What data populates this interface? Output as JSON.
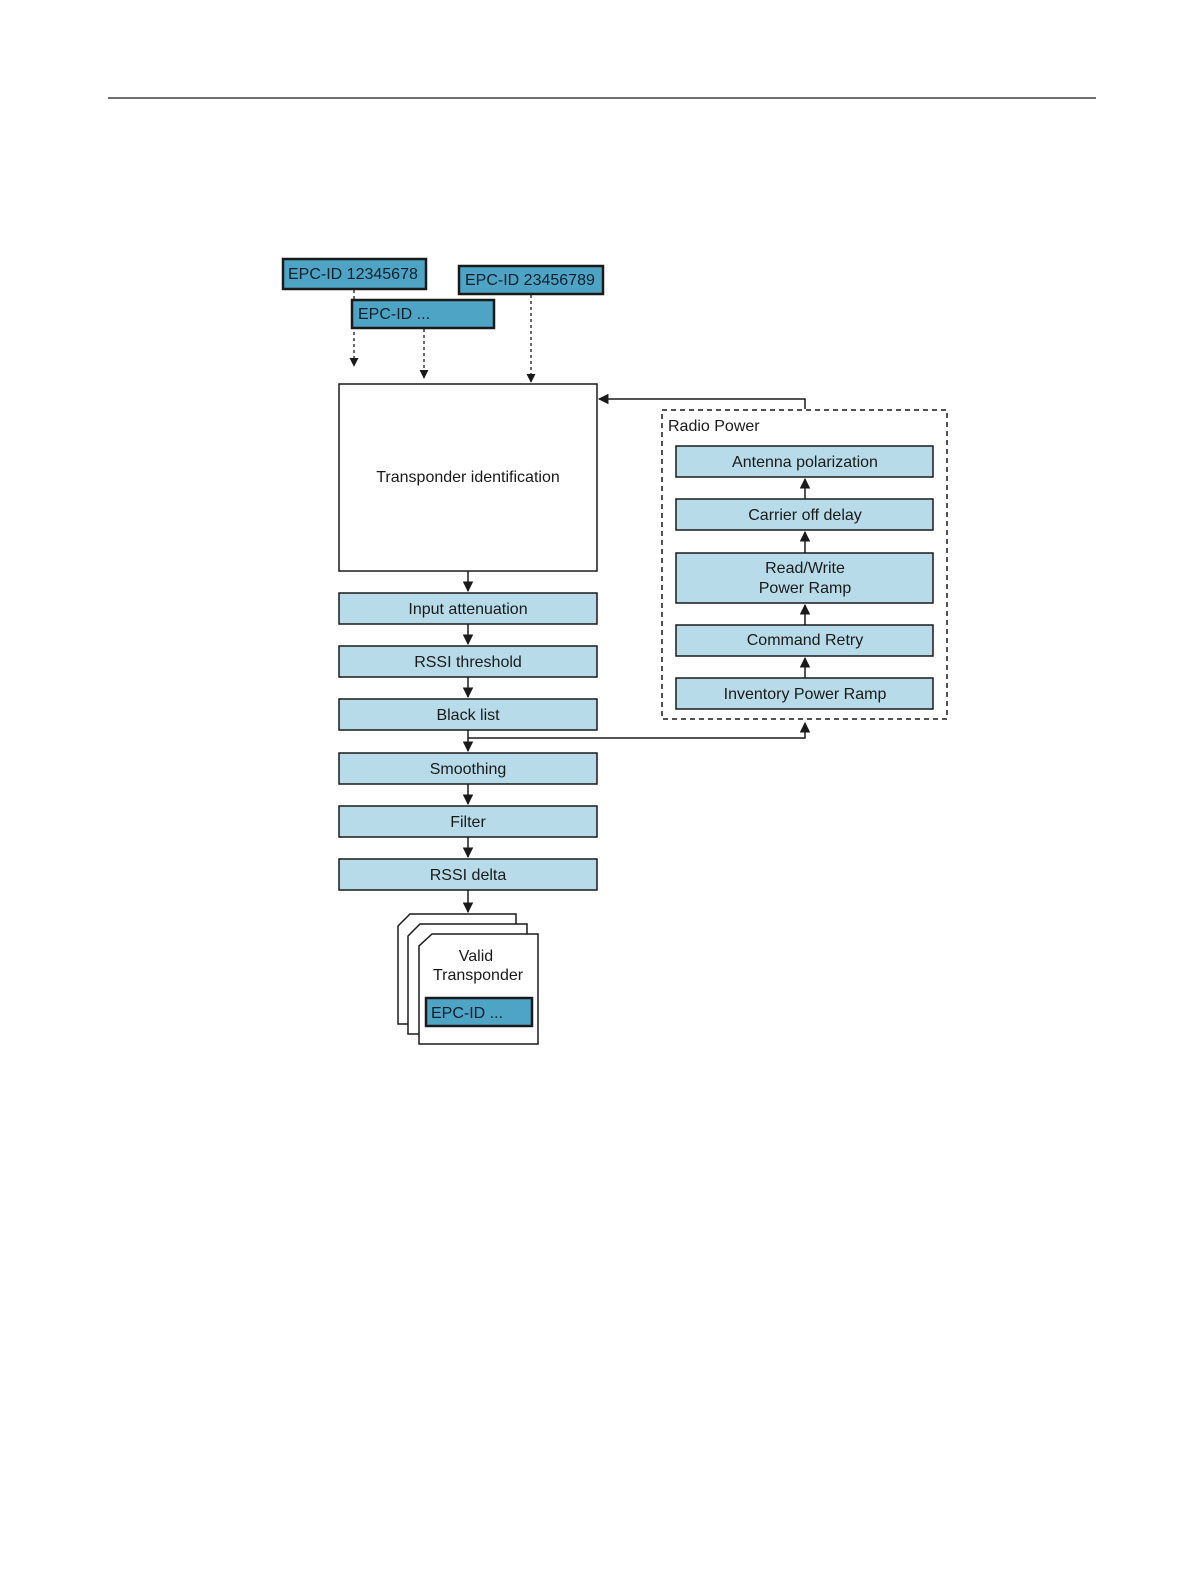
{
  "colors": {
    "light_box": "#b7dbe8",
    "dark_box": "#4ea4c5",
    "stroke": "#1a1a1a"
  },
  "epc_inputs": {
    "epc_1": "EPC-ID 12345678",
    "epc_more": "EPC-ID ...",
    "epc_2": "EPC-ID 23456789"
  },
  "main": {
    "identification": "Transponder identification",
    "steps": [
      "Input attenuation",
      "RSSI threshold",
      "Black list",
      "Smoothing",
      "Filter",
      "RSSI delta"
    ]
  },
  "radio_power": {
    "title": "Radio Power",
    "antenna": "Antenna polarization",
    "carrier": "Carrier off delay",
    "rw_line1": "Read/Write",
    "rw_line2": "Power Ramp",
    "retry": "Command Retry",
    "inventory": "Inventory Power Ramp"
  },
  "output": {
    "line1": "Valid",
    "line2": "Transponder",
    "epc": "EPC-ID ..."
  }
}
